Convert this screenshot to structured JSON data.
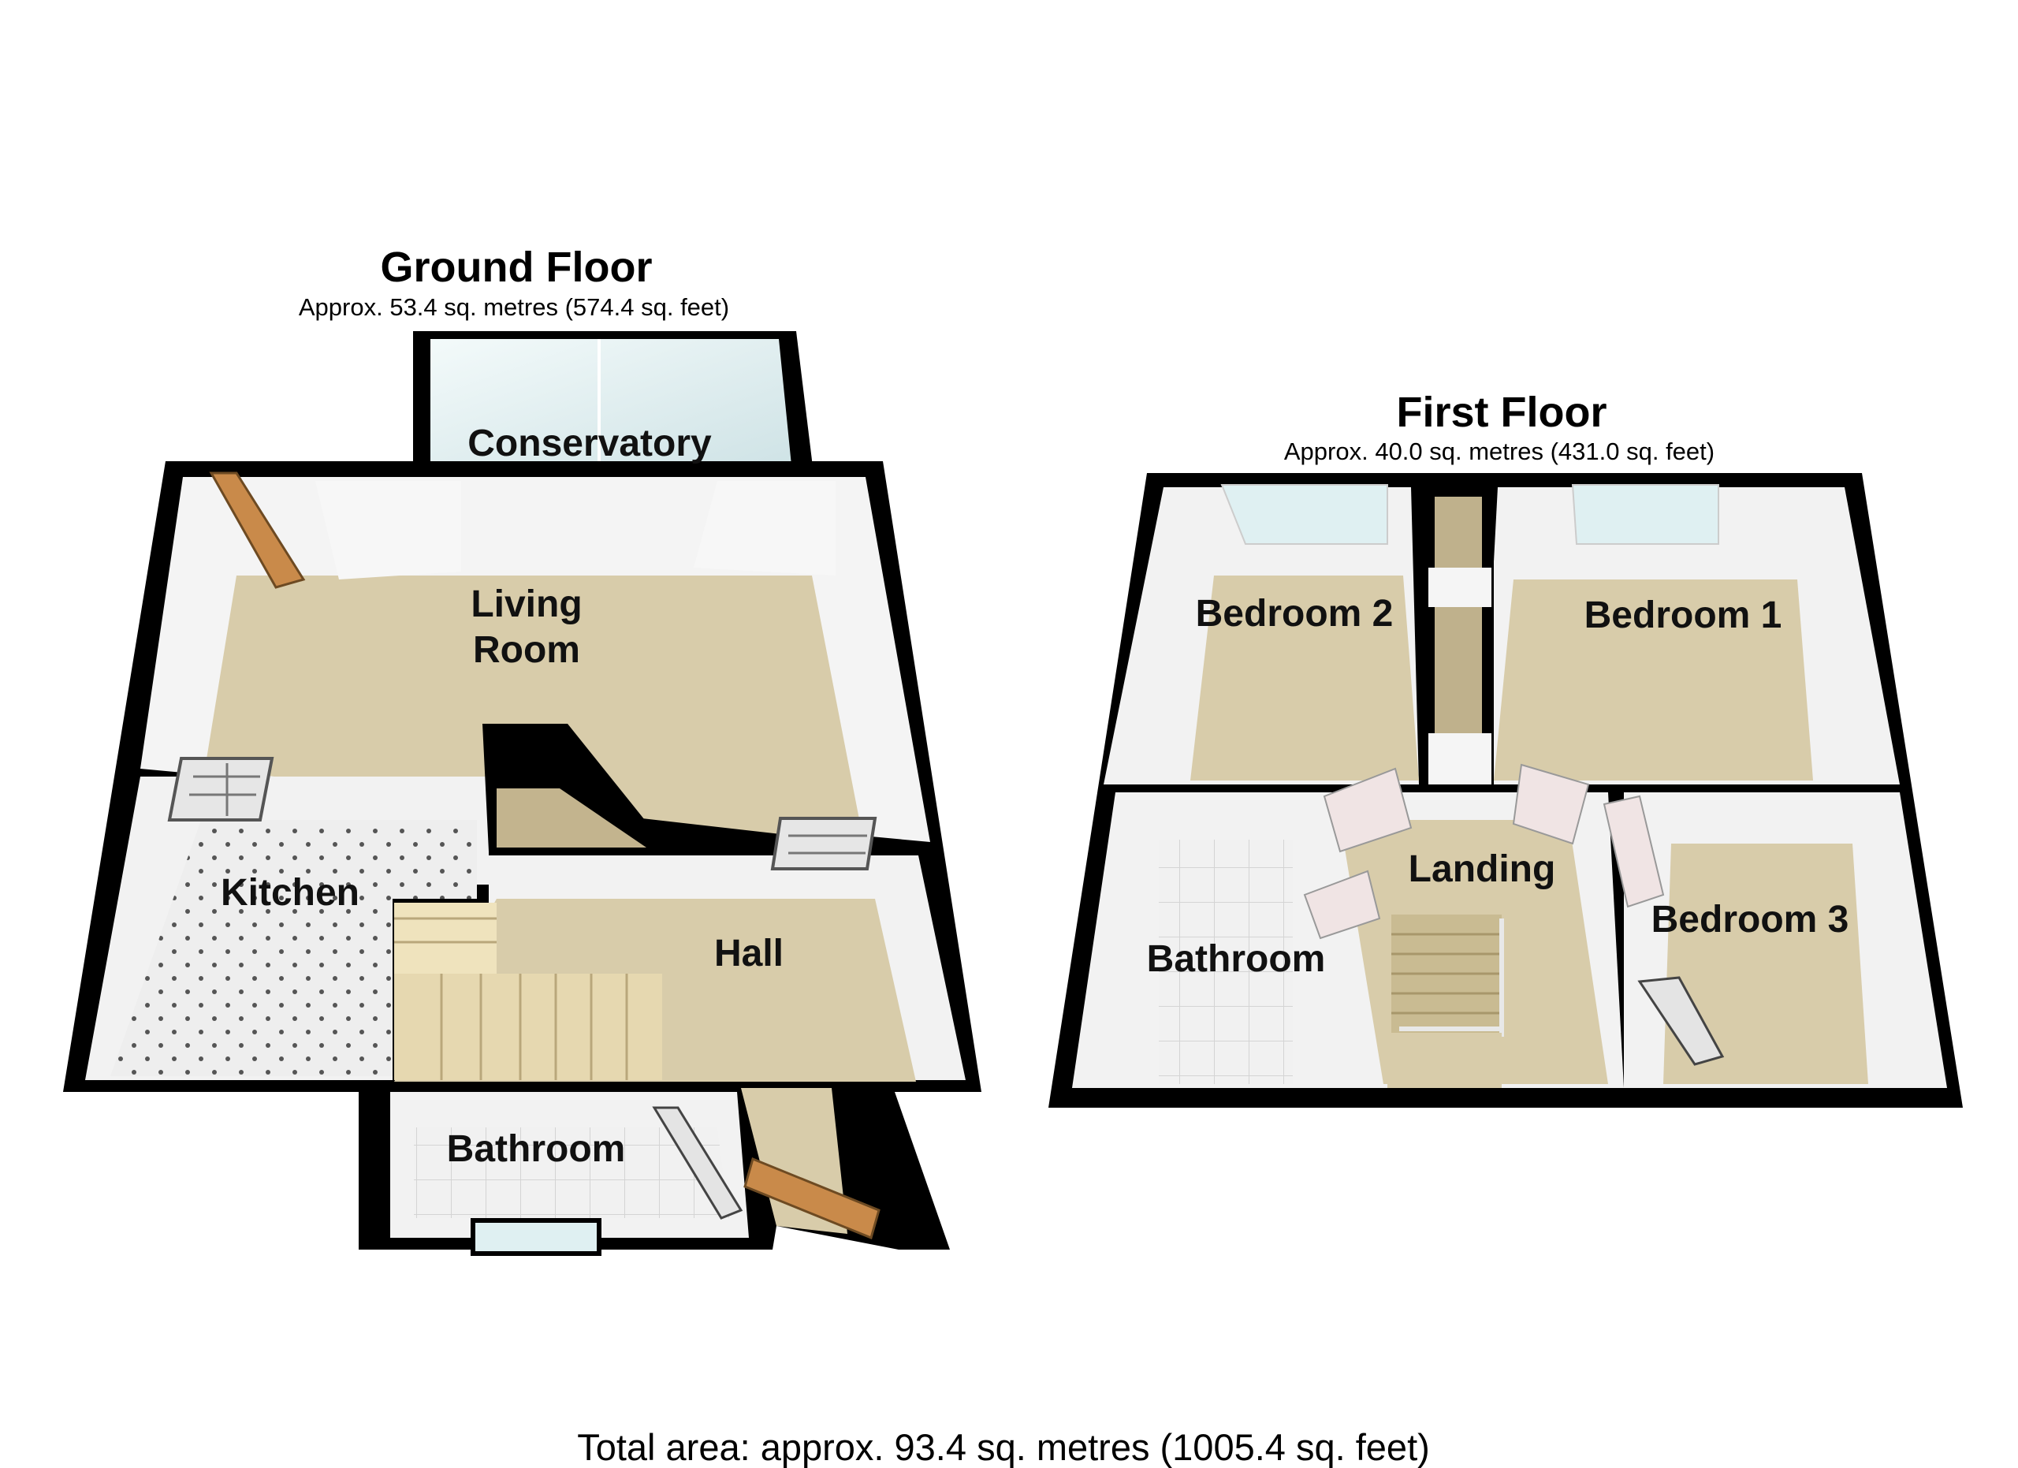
{
  "ground_floor": {
    "title": "Ground Floor",
    "area": "Approx. 53.4 sq. metres (574.4 sq. feet)",
    "rooms": {
      "conservatory": "Conservatory",
      "living_line1": "Living",
      "living_line2": "Room",
      "kitchen": "Kitchen",
      "hall": "Hall",
      "bathroom": "Bathroom"
    }
  },
  "first_floor": {
    "title": "First Floor",
    "area": "Approx. 40.0 sq. metres (431.0 sq. feet)",
    "rooms": {
      "bedroom2": "Bedroom 2",
      "bedroom1": "Bedroom 1",
      "landing": "Landing",
      "bedroom3": "Bedroom 3",
      "bathroom": "Bathroom"
    }
  },
  "total_area": "Total area: approx. 93.4 sq. metres (1005.4 sq. feet)",
  "colors": {
    "wall": "#000000",
    "carpet": "#d8ccaa",
    "wall_face": "#f2f2f2",
    "tile": "#ececec",
    "stairs": "#e6d8b0",
    "door": "#c98a4a",
    "glass": "#dfeef0"
  }
}
